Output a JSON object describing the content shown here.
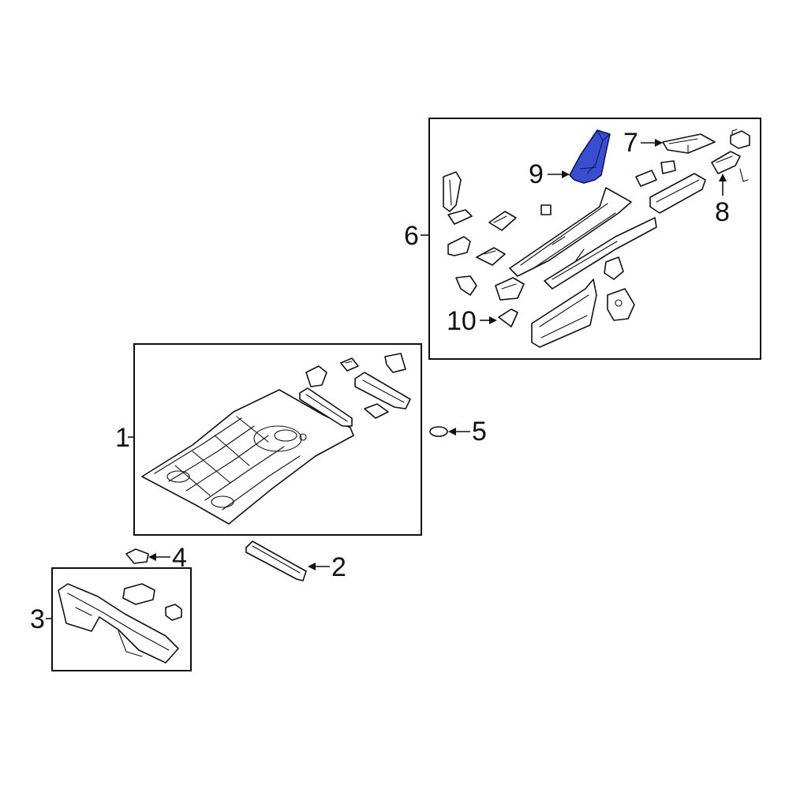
{
  "diagram": {
    "highlight_color": "#3a4fd0",
    "callouts": {
      "c1": "1",
      "c2": "2",
      "c3": "3",
      "c4": "4",
      "c5": "5",
      "c6": "6",
      "c7": "7",
      "c8": "8",
      "c9": "9",
      "c10": "10"
    },
    "highlighted_part": "9"
  }
}
